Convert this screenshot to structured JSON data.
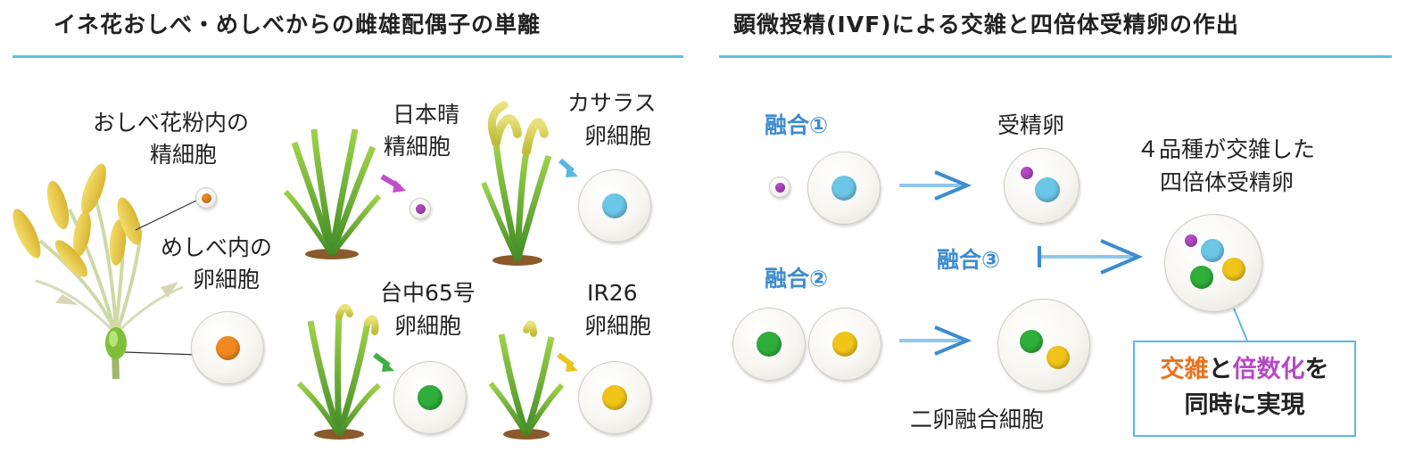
{
  "left_title": "イネ花おしべ・めしべからの雌雄配偶子の単離",
  "right_title": "顕微授精(IVF)による交雑と四倍体受精卵の作出",
  "labels": {
    "pollen_line1": "おしべ花粉内の",
    "pollen_line2": "精細胞",
    "pistil_line1": "めしべ内の",
    "pistil_line2": "卵細胞",
    "nipponbare_line1": "日本晴",
    "nipponbare_line2": "精細胞",
    "kasalath_line1": "カサラス",
    "kasalath_line2": "卵細胞",
    "taichung_line1": "台中65号",
    "taichung_line2": "卵細胞",
    "ir26_line1": "IR26",
    "ir26_line2": "卵細胞",
    "fusion1": "融合①",
    "fusion2": "融合②",
    "fusion3": "融合③",
    "zygote": "受精卵",
    "tetraploid_line1": "４品種が交雑した",
    "tetraploid_line2": "四倍体受精卵",
    "two_egg_fusion": "二卵融合細胞"
  },
  "result_box": {
    "part1": "交雑",
    "part2": "と",
    "part3": "倍数化",
    "part4": "を",
    "line2": "同時に実現"
  },
  "colors": {
    "accent_rule": "#5bc0e8",
    "fusion_label": "#3d8bd0",
    "sperm_nucleus": "#b44ac4",
    "kasalath_nucleus": "#6cc6e6",
    "taichung_nucleus": "#2fae3a",
    "ir26_nucleus": "#f0c419",
    "pistil_nucleus": "#f08a1e",
    "highlight_orange": "#e8731f",
    "highlight_purple": "#b44ac4"
  }
}
